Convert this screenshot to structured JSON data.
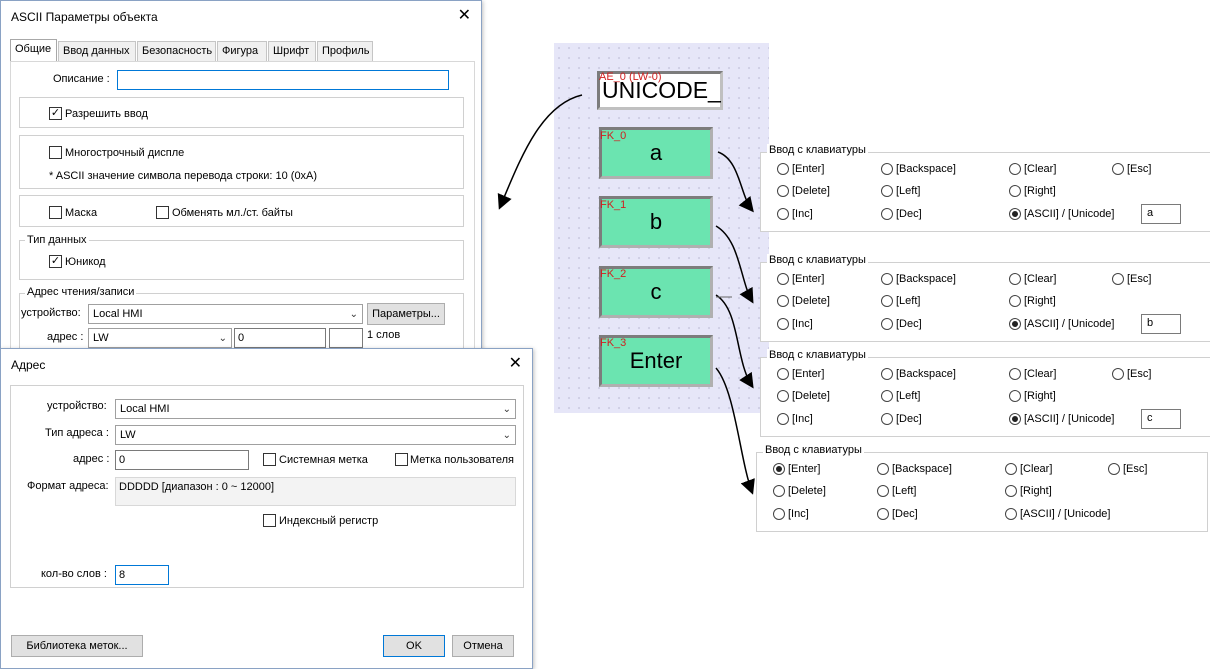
{
  "object_dialog": {
    "title": "ASCII Параметры объекта",
    "tabs": [
      "Общие",
      "Ввод данных",
      "Безопасность",
      "Фигура",
      "Шрифт",
      "Профиль"
    ],
    "description_label": "Описание :",
    "description_value": "",
    "allow_input_label": "Разрешить ввод",
    "multiline_label": "Многострочный диспле",
    "newline_note": "* ASCII значение символа перевода строки: 10 (0xA)",
    "mask_label": "Маска",
    "swap_bytes_label": "Обменять мл./ст. байты",
    "data_type_group": "Тип данных",
    "unicode_label": "Юникод",
    "rw_address_group": "Адрес чтения/записи",
    "device_label": "устройство:",
    "device_value": "Local HMI",
    "params_button": "Параметры...",
    "address_label": "адрес :",
    "address_type_value": "LW",
    "address_value": "0",
    "words_label": "1 слов"
  },
  "address_dialog": {
    "title": "Адрес",
    "device_label": "устройство:",
    "device_value": "Local HMI",
    "address_type_label": "Тип адреса :",
    "address_type_value": "LW",
    "address_label": "адрес :",
    "address_value": "0",
    "system_tag_label": "Системная метка",
    "user_tag_label": "Метка пользователя",
    "format_label": "Формат адреса:",
    "format_value": "DDDDD [диапазон : 0 ~ 12000]",
    "index_register_label": "Индексный регистр",
    "word_count_label": "кол-во слов :",
    "word_count_value": "8",
    "tag_library_button": "Библиотека меток...",
    "ok_button": "OK",
    "cancel_button": "Отмена"
  },
  "hmi_screen": {
    "display_id": "AE_0 (LW-0)",
    "display_text": "UNICODE_",
    "keys": [
      {
        "id": "FK_0",
        "label": "a"
      },
      {
        "id": "FK_1",
        "label": "b"
      },
      {
        "id": "FK_2",
        "label": "c"
      },
      {
        "id": "FK_3",
        "label": "Enter"
      }
    ]
  },
  "keyboard_panels": [
    {
      "title": "Ввод с клавиатуры",
      "selected": "ascii",
      "value": "a"
    },
    {
      "title": "Ввод с клавиатуры",
      "selected": "ascii",
      "value": "b"
    },
    {
      "title": "Ввод с клавиатуры",
      "selected": "ascii",
      "value": "c"
    },
    {
      "title": "Ввод с клавиатуры",
      "selected": "enter",
      "value": ""
    }
  ],
  "keyboard_options": {
    "enter": "[Enter]",
    "backspace": "[Backspace]",
    "clear": "[Clear]",
    "esc": "[Esc]",
    "delete": "[Delete]",
    "left": "[Left]",
    "right": "[Right]",
    "inc": "[Inc]",
    "dec": "[Dec]",
    "ascii": "[ASCII] / [Unicode]"
  },
  "colors": {
    "hmi_background": "#e6e6f8",
    "key_fill": "#6be4b0",
    "id_text": "#d02020"
  }
}
